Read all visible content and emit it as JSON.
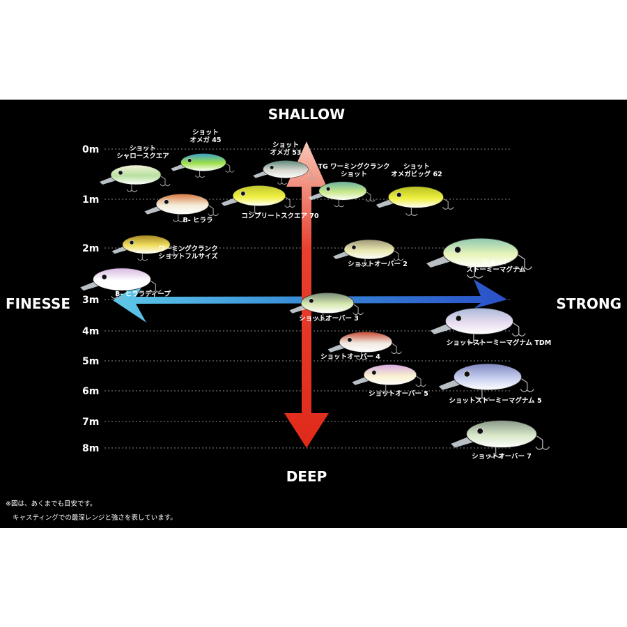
{
  "axes": {
    "top": "SHALLOW",
    "bottom": "DEEP",
    "left": "FINESSE",
    "right": "STRONG"
  },
  "depths": [
    {
      "label": "0m",
      "value": 0
    },
    {
      "label": "1m",
      "value": 1
    },
    {
      "label": "2m",
      "value": 2
    },
    {
      "label": "3m",
      "value": 3
    },
    {
      "label": "4m",
      "value": 4
    },
    {
      "label": "5m",
      "value": 5
    },
    {
      "label": "6m",
      "value": 6
    },
    {
      "label": "7m",
      "value": 7
    },
    {
      "label": "8m",
      "value": 8
    }
  ],
  "lures": [
    {
      "id": "shallow-square",
      "lines": [
        "ショット",
        "シャロースクエア"
      ],
      "colors": [
        "#b8e0a0",
        "#f2f4d8"
      ]
    },
    {
      "id": "omega-45",
      "lines": [
        "ショット",
        "オメガ 45"
      ],
      "colors": [
        "#9fe04a",
        "#3aa0c8"
      ]
    },
    {
      "id": "omega-53",
      "lines": [
        "ショット",
        "オメガ 53"
      ],
      "colors": [
        "#d8d8d0",
        "#5a8878"
      ]
    },
    {
      "id": "tg-warming-crank",
      "lines": [
        "TG ワーミングクランク",
        "ショット"
      ],
      "colors": [
        "#c8e888",
        "#68b0a0"
      ]
    },
    {
      "id": "omega-big-62",
      "lines": [
        "ショット",
        "オメガビッグ 62"
      ],
      "colors": [
        "#eef040",
        "#b8c020"
      ]
    },
    {
      "id": "b-hirara",
      "lines": [
        "B- ヒララ"
      ],
      "colors": [
        "#f4ecd8",
        "#d87840"
      ]
    },
    {
      "id": "complete-square-70",
      "lines": [
        "コンプリートスクエア 70"
      ],
      "colors": [
        "#f0f040",
        "#c0c830"
      ]
    },
    {
      "id": "warming-crank-full",
      "lines": [
        "ワーミングクランク",
        "ショットフルサイズ"
      ],
      "colors": [
        "#f0e060",
        "#a88820"
      ]
    },
    {
      "id": "over-2",
      "lines": [
        "ショットオーバー 2"
      ],
      "colors": [
        "#e8e8b0",
        "#a09878"
      ]
    },
    {
      "id": "stormy-magnum",
      "lines": [
        "ショット",
        "ストーミーマグナム"
      ],
      "colors": [
        "#e8f4b8",
        "#8ec8b0"
      ]
    },
    {
      "id": "b-hirara-deep",
      "lines": [
        "B- ヒララディープ"
      ],
      "colors": [
        "#ffffff",
        "#d8b8e0"
      ]
    },
    {
      "id": "over-3",
      "lines": [
        "ショットオーバー 3"
      ],
      "colors": [
        "#d8e8b0",
        "#788c78"
      ]
    },
    {
      "id": "stormy-magnum-tdm",
      "lines": [
        "ショットストーミーマグナム TDM"
      ],
      "colors": [
        "#e8dcf0",
        "#a8b8d8"
      ]
    },
    {
      "id": "over-4",
      "lines": [
        "ショットオーバー 4"
      ],
      "colors": [
        "#f0e8e0",
        "#c84830"
      ]
    },
    {
      "id": "over-5",
      "lines": [
        "ショットオーバー 5"
      ],
      "colors": [
        "#f8f0d0",
        "#d8a8e0"
      ]
    },
    {
      "id": "stormy-magnum-5",
      "lines": [
        "ショットストーミーマグナム 5"
      ],
      "colors": [
        "#c8d0f0",
        "#8088c0"
      ]
    },
    {
      "id": "over-7",
      "lines": [
        "ショットオーバー 7"
      ],
      "colors": [
        "#d8e8c8",
        "#889888"
      ]
    }
  ],
  "note": [
    "※図は、あくまでも目安です。",
    "キャスティングでの最深レンジと強さを表しています。"
  ],
  "colors": {
    "background": "#000000",
    "grid": "#8a8a8a",
    "deep_arrow": "#e02a1a",
    "shallow_arrow": "#f4b8a8",
    "strong_arrow": "#2a50c8",
    "finesse_arrow": "#40b0e0"
  }
}
